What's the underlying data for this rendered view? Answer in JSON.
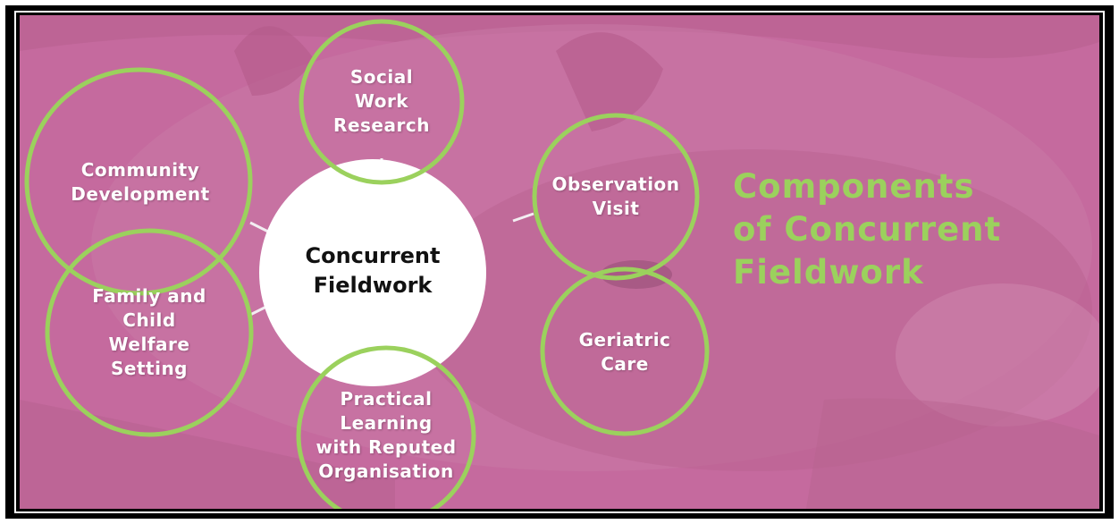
{
  "center": {
    "label": "Concurrent\nFieldwork"
  },
  "nodes": [
    {
      "id": "social-work-research",
      "label": "Social\nWork\nResearch"
    },
    {
      "id": "observation-visit",
      "label": "Observation\nVisit"
    },
    {
      "id": "geriatric-care",
      "label": "Geriatric\nCare"
    },
    {
      "id": "practical-learning",
      "label": "Practical\nLearning\nwith Reputed\nOrganisation"
    },
    {
      "id": "family-child-welfare",
      "label": "Family and\nChild\nWelfare\nSetting"
    },
    {
      "id": "community-development",
      "label": "Community\nDevelopment"
    }
  ],
  "side_title": "Components\nof Concurrent\nFieldwork",
  "colors": {
    "background_tint": "#c56a9e",
    "ring": "#9bd15d",
    "title": "#9bd15d",
    "center_fill": "#ffffff",
    "frame": "#000000"
  }
}
